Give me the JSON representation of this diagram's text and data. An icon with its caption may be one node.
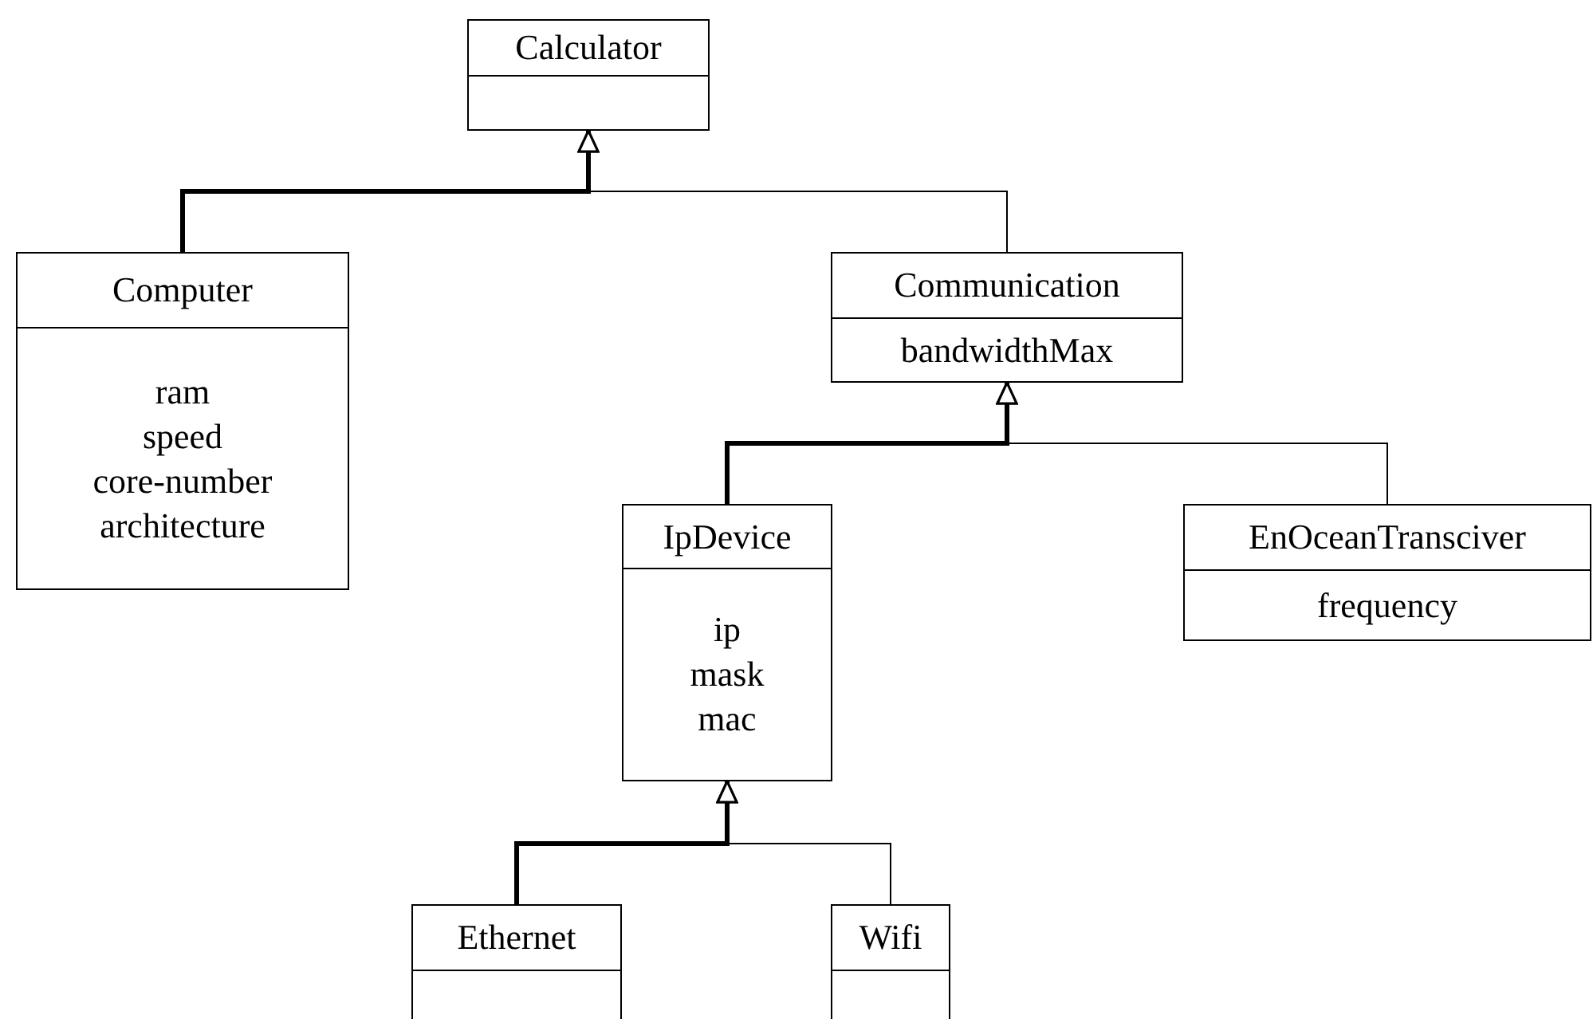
{
  "diagram": {
    "nodes": [
      {
        "text": [
          "Calculator"
        ]
      },
      {
        "text": [
          "Computer",
          "ram",
          "speed",
          "core-number",
          "architecture"
        ]
      },
      {
        "text": [
          "Communication",
          "bandwidthMax"
        ]
      },
      {
        "text": [
          "IpDevice",
          "ip",
          "mask",
          "mac"
        ]
      },
      {
        "text": [
          "EnOceanTransciver",
          "frequency"
        ]
      },
      {
        "text": [
          "Ethernet"
        ]
      },
      {
        "text": [
          "Wifi"
        ]
      }
    ],
    "edges": [
      {
        "from": 1,
        "to": 0,
        "arrow": "to",
        "style": "thick"
      },
      {
        "from": 2,
        "to": 0,
        "arrow": "to"
      },
      {
        "from": 3,
        "to": 2,
        "arrow": "to",
        "style": "thick"
      },
      {
        "from": 4,
        "to": 2,
        "arrow": "to"
      },
      {
        "from": 5,
        "to": 3,
        "arrow": "to",
        "style": "thick"
      },
      {
        "from": 6,
        "to": 3,
        "arrow": "to"
      }
    ]
  }
}
